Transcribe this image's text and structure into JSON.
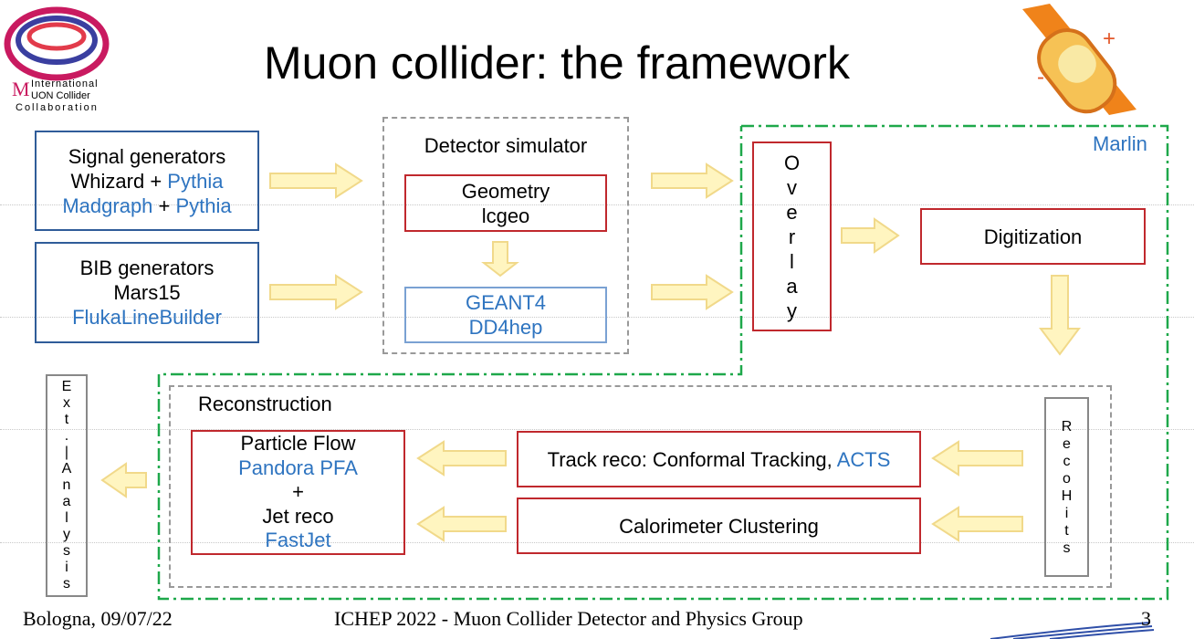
{
  "title": "Muon collider: the framework",
  "logo": {
    "line1": "International",
    "line2": "UON Collider",
    "line3": "Collaboration",
    "m_letter": "M"
  },
  "marlin_label": "Marlin",
  "signal_box": {
    "line1": "Signal generators",
    "whizard": "Whizard",
    "plus1": " + ",
    "pythia1": "Pythia",
    "madgraph": "Madgraph",
    "plus2": " + ",
    "pythia2": "Pythia"
  },
  "bib_box": {
    "line1": "BIB generators",
    "line2": "Mars15",
    "line3": "FlukaLineBuilder"
  },
  "detector_sim": {
    "label": "Detector simulator",
    "geometry": "Geometry",
    "lcgeo": "lcgeo",
    "geant4": "GEANT4",
    "dd4hep": "DD4hep"
  },
  "overlay_letters": [
    "O",
    "v",
    "e",
    "r",
    "l",
    "a",
    "y"
  ],
  "digitization": "Digitization",
  "reconstruction_label": "Reconstruction",
  "recohits_letters": [
    "R",
    "e",
    "c",
    "o",
    "H",
    "i",
    "t",
    "s"
  ],
  "track_reco": {
    "text": "Track reco: Conformal Tracking, ",
    "acts": "ACTS"
  },
  "calo": "Calorimeter Clustering",
  "particle_flow": {
    "line1": "Particle Flow",
    "line2": "Pandora PFA",
    "line3": "+",
    "line4": "Jet reco",
    "line5": "FastJet"
  },
  "ext_analysis_letters": [
    "E",
    "x",
    "t",
    ".",
    "|",
    "A",
    "n",
    "a",
    "l",
    "y",
    "s",
    "i",
    "s"
  ],
  "footer": {
    "left": "Bologna, 09/07/22",
    "center": "ICHEP 2022 - Muon Collider Detector and Physics Group",
    "page": "3"
  },
  "colors": {
    "blue_text": "#2e74c0",
    "red_border": "#c0282d",
    "blue_border": "#2f5c99",
    "green_dash": "#1ea84a",
    "arrow_fill": "#fff5c0",
    "arrow_stroke": "#f1d98a"
  }
}
